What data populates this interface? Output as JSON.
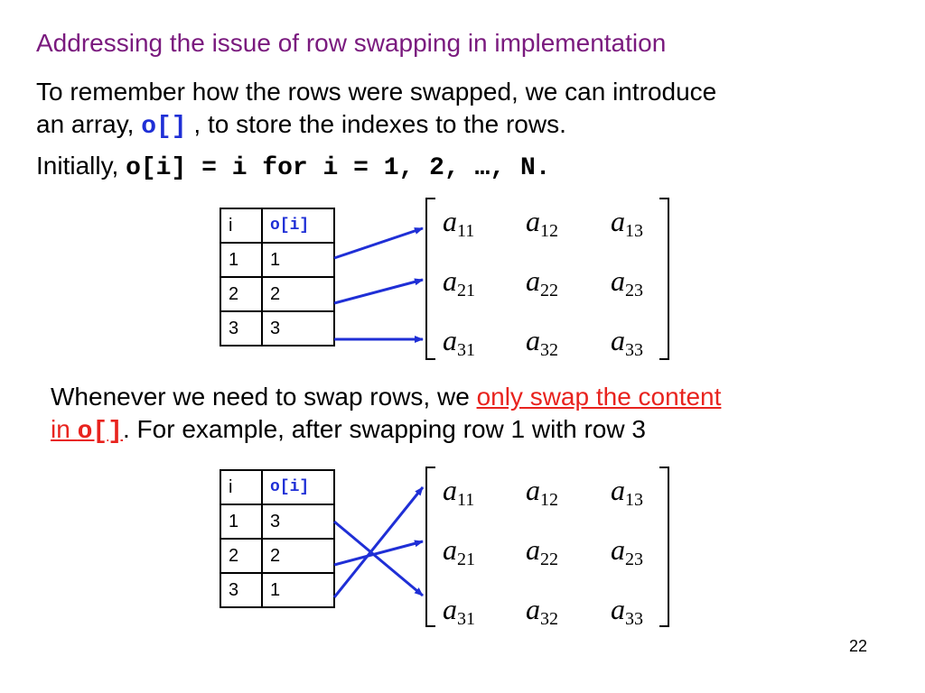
{
  "title": "Addressing the issue of row swapping in implementation",
  "para1": {
    "line1": "To remember how the rows were swapped, we can introduce",
    "line2_pre": "an array, ",
    "code": "o[]",
    "line2_post": " , to store the indexes to the rows."
  },
  "para2": {
    "pre": "Initially, ",
    "code": "o[i] = i for i = 1, 2, …, N."
  },
  "para3": {
    "line1_pre": "Whenever we need to swap rows, we ",
    "line1_red": "only swap the content",
    "line2_red_pre": "in ",
    "line2_red_code": "o[]",
    "line2_post": ". For example, after swapping row 1 with row 3"
  },
  "table1": {
    "headers": [
      "i",
      "o[i]"
    ],
    "rows": [
      [
        "1",
        "1"
      ],
      [
        "2",
        "2"
      ],
      [
        "3",
        "3"
      ]
    ]
  },
  "table2": {
    "headers": [
      "i",
      "o[i]"
    ],
    "rows": [
      [
        "1",
        "3"
      ],
      [
        "2",
        "2"
      ],
      [
        "3",
        "1"
      ]
    ]
  },
  "matrix": {
    "letter": "a",
    "subs": [
      [
        "11",
        "12",
        "13"
      ],
      [
        "21",
        "22",
        "23"
      ],
      [
        "31",
        "32",
        "33"
      ]
    ]
  },
  "arrow_color": "#1f2fd6",
  "page_number": "22"
}
